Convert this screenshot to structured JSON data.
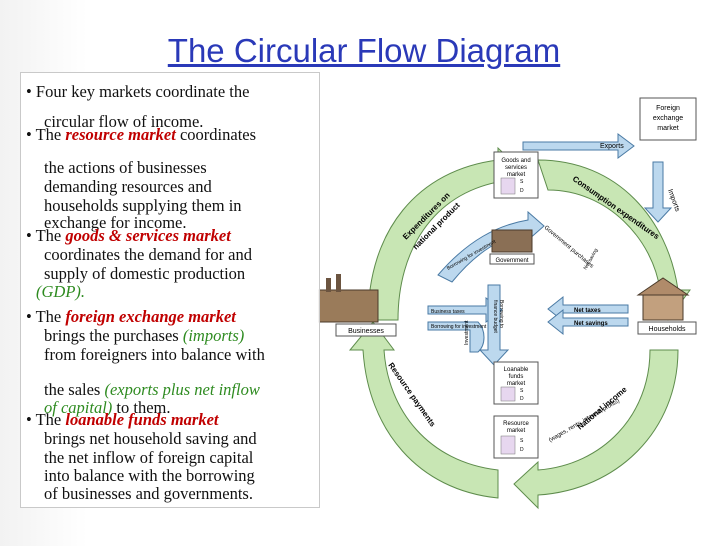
{
  "title": "The Circular Flow Diagram",
  "bullets": {
    "b1": {
      "l1": "• Four key markets coordinate the",
      "l2": "circular flow of income."
    },
    "b2": {
      "pre": "• The ",
      "term": "resource market",
      "post": " coordinates",
      "l2": "the actions of businesses",
      "l3": "demanding resources and",
      "l4": "households supplying them in",
      "l5": "exchange for income."
    },
    "b3": {
      "pre": "• The ",
      "term": "goods & services market",
      "l2": "coordinates the demand for and",
      "l3": "supply of domestic production",
      "l4": "(GDP)."
    },
    "b4": {
      "pre": "• The ",
      "term": "foreign exchange market",
      "l2": "brings the purchases ",
      "l2g": "(imports)",
      "l3": "from foreigners into balance with",
      "l4": "the sales ",
      "l4g": "(exports plus net inflow",
      "l5g": "of capital)",
      "l5": " to them."
    },
    "b5": {
      "pre": "• The ",
      "term": "loanable funds market",
      "l2": "brings net household saving and",
      "l3": "the net inflow of foreign capital",
      "l4": "into balance with the borrowing",
      "l5": "of businesses and governments."
    }
  },
  "diagram": {
    "foreign_exchange": [
      "Foreign",
      "exchange",
      "market"
    ],
    "exports": "Exports",
    "imports": "Imports",
    "goods_market": [
      "Goods and",
      "services",
      "market"
    ],
    "government": "Government",
    "businesses": "Businesses",
    "households": "Households",
    "loanable": [
      "Loanable",
      "funds",
      "market"
    ],
    "resource_market": [
      "Resource",
      "market"
    ],
    "s": "S",
    "d": "D",
    "expenditures": [
      "Expenditures on",
      "national product"
    ],
    "consumption": "Consumption expenditures",
    "gov_purchases": "Government purchases",
    "gov_purchases2": "Government",
    "business_taxes": "Business taxes",
    "borrowing": "Borrowing for investment",
    "inv_exp": "Investment",
    "budget_deficit": [
      "Borrowing to",
      "finance budget",
      "deficit"
    ],
    "net_taxes": "Net taxes",
    "net_savings": "Net savings",
    "net_saving_l": "Net saving",
    "resource_payments": "Resource payments",
    "national_income": [
      "National income",
      "(wages, rents, interest, profits)"
    ],
    "colors": {
      "arrow_green": "#c8e6b4",
      "arrow_green_edge": "#5e8c4c",
      "arrow_blue": "#bcd8ee",
      "arrow_blue_edge": "#4a7aa4",
      "title": "#2a39b8",
      "red": "#c00000",
      "green": "#2e8b20"
    }
  }
}
